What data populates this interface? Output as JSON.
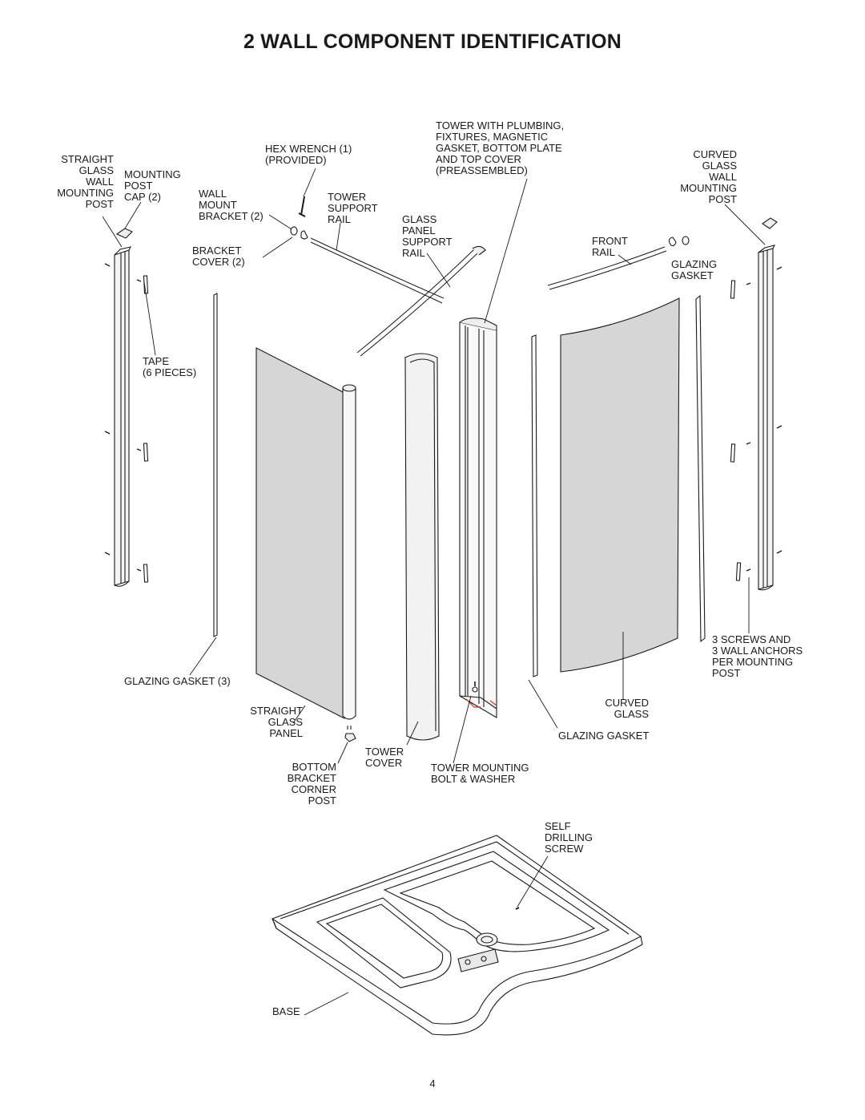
{
  "title": "2 WALL COMPONENT IDENTIFICATION",
  "page_number": "4",
  "labels": {
    "straight_glass_wall_mounting_post": "STRAIGHT\nGLASS\nWALL\nMOUNTING\nPOST",
    "mounting_post_cap": "MOUNTING\nPOST\nCAP (2)",
    "hex_wrench": "HEX WRENCH (1)\n(PROVIDED)",
    "wall_mount_bracket": "WALL\nMOUNT\nBRACKET (2)",
    "tower_support_rail": "TOWER\nSUPPORT\nRAIL",
    "tower_with_plumbing": "TOWER WITH PLUMBING,\nFIXTURES, MAGNETIC\nGASKET, BOTTOM PLATE\nAND TOP COVER\n(PREASSEMBLED)",
    "glass_panel_support_rail": "GLASS\nPANEL\nSUPPORT\nRAIL",
    "curved_glass_wall_mounting_post": "CURVED\nGLASS\nWALL\nMOUNTING\nPOST",
    "bracket_cover": "BRACKET\nCOVER (2)",
    "front_rail": "FRONT\nRAIL",
    "glazing_gasket_right": "GLAZING\nGASKET",
    "tape": "TAPE\n(6 PIECES)",
    "glazing_gasket_3": "GLAZING GASKET (3)",
    "screws_and_anchors": "3 SCREWS AND\n3 WALL ANCHORS\nPER MOUNTING\nPOST",
    "straight_glass_panel": "STRAIGHT\nGLASS\nPANEL",
    "curved_glass": "CURVED\nGLASS",
    "glazing_gasket_bottom": "GLAZING GASKET",
    "tower_cover": "TOWER\nCOVER",
    "bottom_bracket_corner_post": "BOTTOM\nBRACKET\nCORNER\nPOST",
    "tower_mounting_bolt": "TOWER MOUNTING\nBOLT & WASHER",
    "self_drilling_screw": "SELF\nDRILLING\nSCREW",
    "base": "BASE"
  },
  "colors": {
    "ink": "#1a1a1a",
    "glass": "#d6d6d6",
    "accent": "#c0392b"
  }
}
